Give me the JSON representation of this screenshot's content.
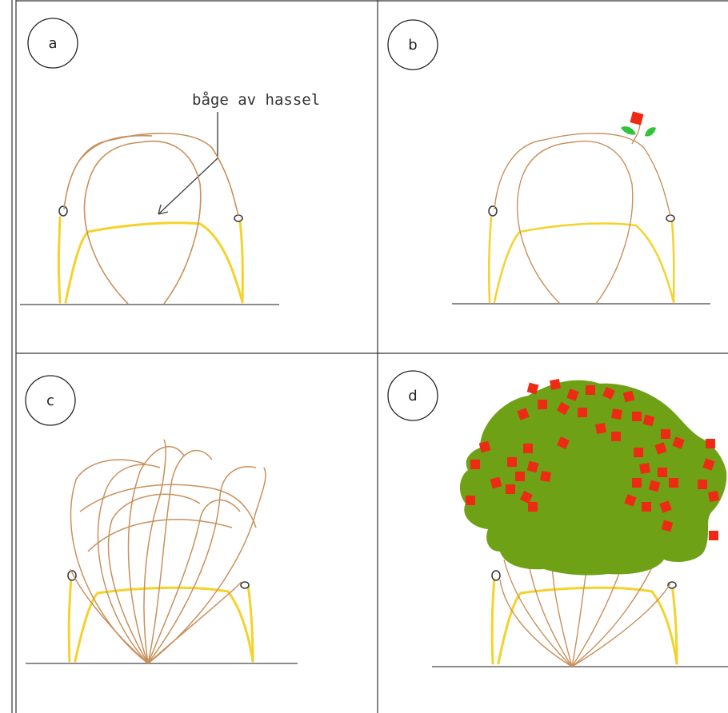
{
  "panels": {
    "a": {
      "letter": "a",
      "annotation": "båge av hassel"
    },
    "b": {
      "letter": "b"
    },
    "c": {
      "letter": "c"
    },
    "d": {
      "letter": "d"
    }
  },
  "colors": {
    "grid": "#333333",
    "ground": "#8c8c8c",
    "hazel_branch": "#c8905c",
    "support_hoop": "#f5d22a",
    "leaf": "#6ea116",
    "sprout_leaf": "#2fc43a",
    "flower": "#ee2a15"
  }
}
